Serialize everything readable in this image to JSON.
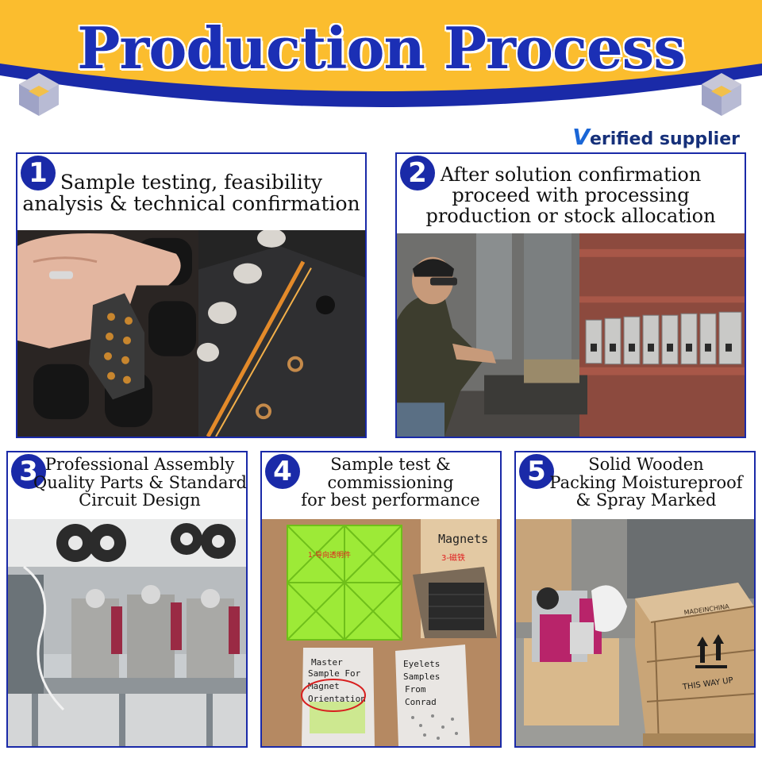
{
  "header": {
    "title": "Production Process",
    "badge_v": "V",
    "badge_rest": "erified supplier"
  },
  "colors": {
    "brand_blue": "#1a2aa8",
    "banner_yellow": "#fbbd2e"
  },
  "steps": [
    {
      "number": "1",
      "lines": [
        "Sample testing, feasibility",
        "analysis & technical confirmation"
      ]
    },
    {
      "number": "2",
      "lines": [
        "After solution confirmation",
        "proceed with processing",
        "production or stock allocation"
      ]
    },
    {
      "number": "3",
      "lines": [
        "Professional Assembly",
        "Quality Parts & Standard",
        "Circuit Design"
      ]
    },
    {
      "number": "4",
      "lines": [
        "Sample test &",
        "commissioning",
        "for best performance"
      ]
    },
    {
      "number": "5",
      "lines": [
        "Solid Wooden",
        "Packing Moistureproof",
        "& Spray Marked"
      ]
    }
  ],
  "photo_text": {
    "box_label": "Magnets",
    "cn_label": "3-磁铁",
    "bag1_l1": "Master",
    "bag1_l2": "Sample For",
    "bag1_l3": "Magnet",
    "bag1_l4": "Orientation",
    "bag2_l1": "Eyelets",
    "bag2_l2": "Samples",
    "bag2_l3": "From",
    "bag2_l4": "Conrad",
    "crate_brand": "MADEINCHINA",
    "crate_mark": "THIS WAY UP"
  }
}
